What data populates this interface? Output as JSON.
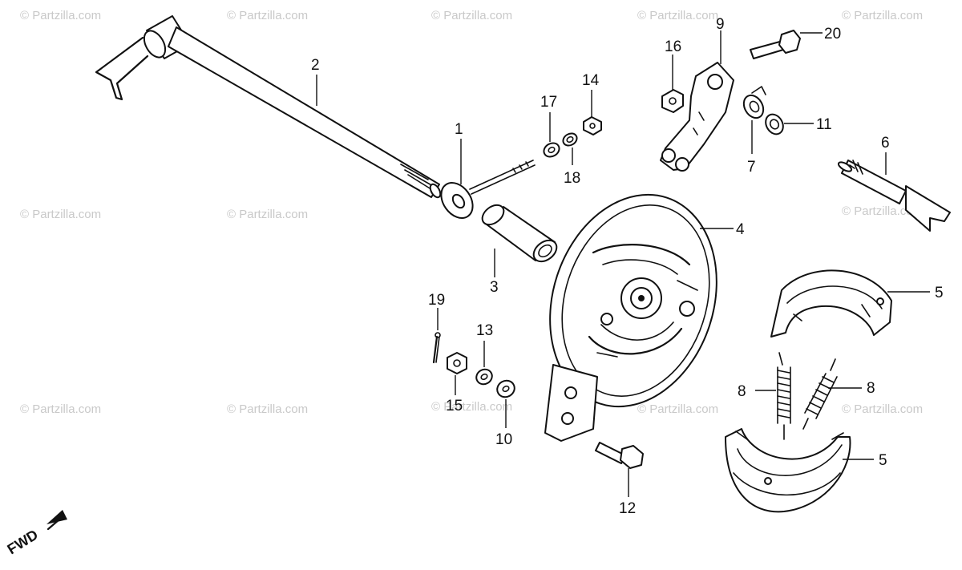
{
  "watermark": "© Partzilla.com",
  "direction_label": "FWD",
  "callouts": [
    {
      "id": "c1",
      "label": "1"
    },
    {
      "id": "c2",
      "label": "2"
    },
    {
      "id": "c3",
      "label": "3"
    },
    {
      "id": "c4",
      "label": "4"
    },
    {
      "id": "c5a",
      "label": "5"
    },
    {
      "id": "c5b",
      "label": "5"
    },
    {
      "id": "c6",
      "label": "6"
    },
    {
      "id": "c7",
      "label": "7"
    },
    {
      "id": "c8a",
      "label": "8"
    },
    {
      "id": "c8b",
      "label": "8"
    },
    {
      "id": "c9",
      "label": "9"
    },
    {
      "id": "c10",
      "label": "10"
    },
    {
      "id": "c11",
      "label": "11"
    },
    {
      "id": "c12",
      "label": "12"
    },
    {
      "id": "c13",
      "label": "13"
    },
    {
      "id": "c14",
      "label": "14"
    },
    {
      "id": "c15",
      "label": "15"
    },
    {
      "id": "c16",
      "label": "16"
    },
    {
      "id": "c17",
      "label": "17"
    },
    {
      "id": "c18",
      "label": "18"
    },
    {
      "id": "c19",
      "label": "19"
    },
    {
      "id": "c20",
      "label": "20"
    }
  ]
}
